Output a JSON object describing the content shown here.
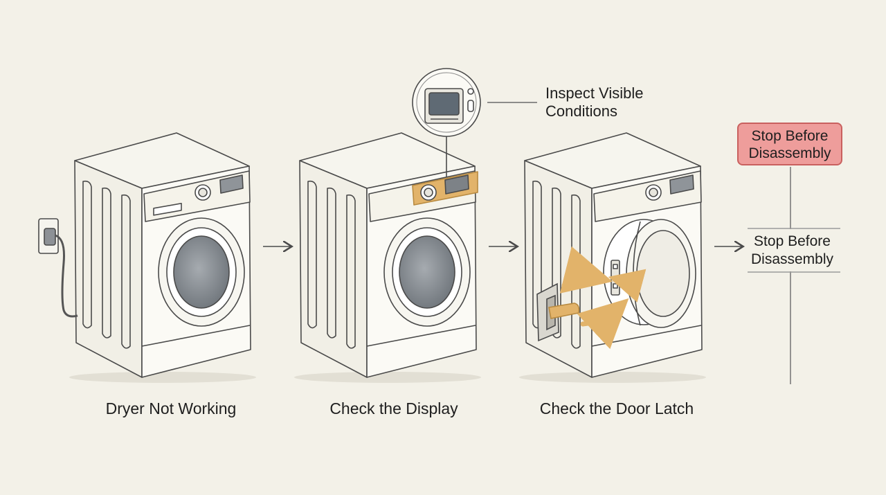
{
  "steps": [
    {
      "label": "Dryer Not Working"
    },
    {
      "label": "Check the Display"
    },
    {
      "label": "Check the Door Latch"
    }
  ],
  "callout": {
    "line1": "Inspect Visible",
    "line2": "Conditions"
  },
  "stop_box": {
    "line1": "Stop Before",
    "line2": "Disassembly"
  },
  "stop_text": {
    "line1": "Stop Before",
    "line2": "Disassembly"
  },
  "colors": {
    "background": "#f3f1e8",
    "line": "#4a4a4a",
    "highlight": "#e2b36a",
    "stop_fill": "#ee9d9b",
    "stop_border": "#c9605e"
  }
}
